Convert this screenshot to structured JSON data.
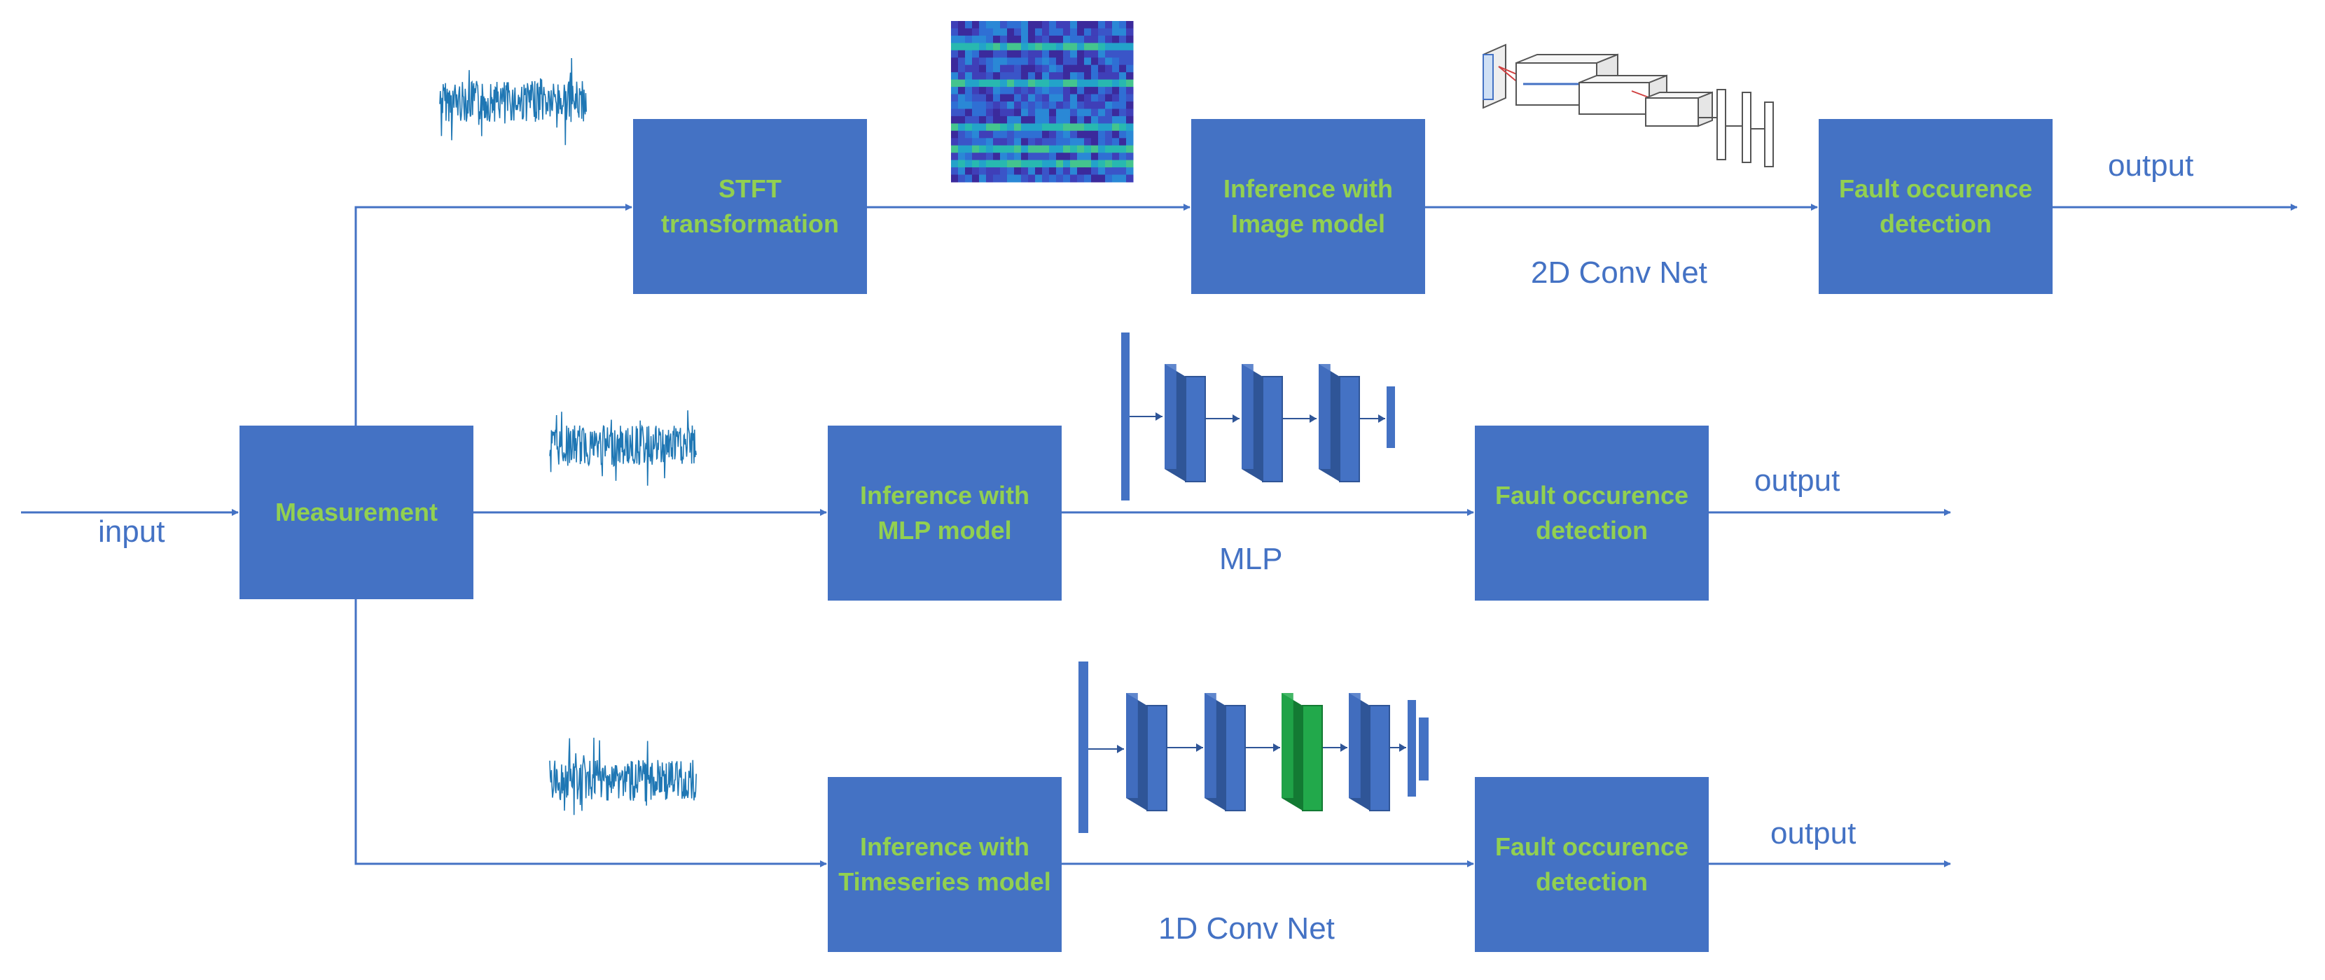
{
  "colors": {
    "box": "#4472C4",
    "box_text": "#92D050",
    "line": "#4472C4",
    "label": "#4472C4",
    "signal": "#1F77B4",
    "layer_front": "#4472C4",
    "layer_side": "#2F5597",
    "layer_highlight": "#22A94B"
  },
  "input_label": "input",
  "boxes": {
    "measurement": "Measurement",
    "stft": "STFT\ntransformation",
    "image_model": "Inference with\nImage model",
    "fault_top": "Fault occurence\ndetection",
    "mlp_model": "Inference with\nMLP model",
    "fault_mid": "Fault occurence\ndetection",
    "ts_model": "Inference with\nTimeseries model",
    "fault_bot": "Fault occurence\ndetection"
  },
  "output_labels": {
    "top": "output",
    "mid": "output",
    "bot": "output"
  },
  "network_labels": {
    "conv2d": "2D Conv Net",
    "mlp": "MLP",
    "conv1d": "1D Conv Net"
  },
  "icons": [
    "signal-waveform-icon",
    "spectrogram-icon",
    "conv2d-network-icon",
    "mlp-network-icon",
    "conv1d-network-icon"
  ]
}
